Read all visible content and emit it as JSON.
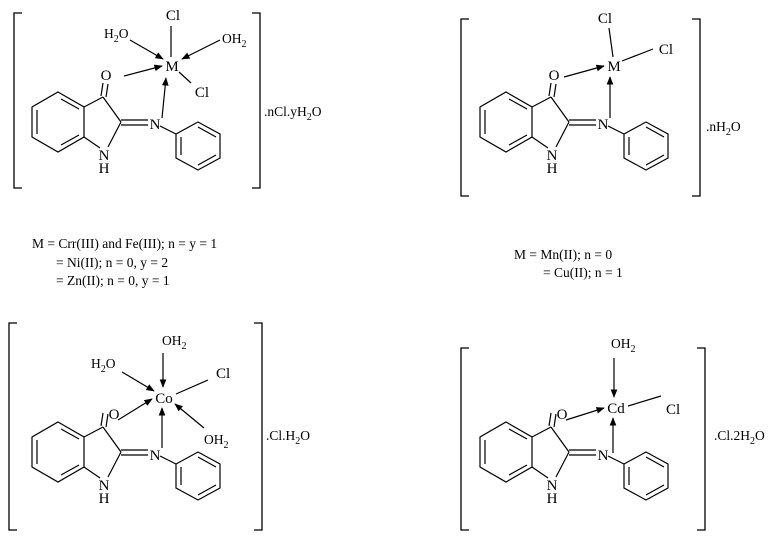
{
  "complexes": [
    {
      "id": "complex-1",
      "metal": "M",
      "ligands": {
        "h2o_left": "H2O",
        "h2o_right": "OH2",
        "cl_top": "Cl",
        "cl_right": "Cl"
      },
      "ring_atoms": {
        "carbonyl_o": "O",
        "imine_n": "N",
        "nh_n": "N",
        "nh_h": "H"
      },
      "formula_suffix": ".nCl.yH2O",
      "legend": [
        "M = Crr(III) and Fe(III); n = y = 1",
        "= Ni(II); n = 0, y = 2",
        "= Zn(II); n = 0, y = 1"
      ]
    },
    {
      "id": "complex-2",
      "metal": "M",
      "ligands": {
        "cl_top": "Cl",
        "cl_right": "Cl"
      },
      "ring_atoms": {
        "carbonyl_o": "O",
        "imine_n": "N",
        "nh_n": "N",
        "nh_h": "H"
      },
      "formula_suffix": ".nH2O",
      "legend": [
        "M = Mn(II); n = 0",
        "= Cu(II); n = 1"
      ]
    },
    {
      "id": "complex-3",
      "metal": "Co",
      "ligands": {
        "oh2_top": "OH2",
        "h2o_left": "H2O",
        "cl_right": "Cl",
        "oh2_right": "OH2"
      },
      "ring_atoms": {
        "carbonyl_o": "O",
        "imine_n": "N",
        "nh_n": "N",
        "nh_h": "H"
      },
      "formula_suffix": ".Cl.H2O"
    },
    {
      "id": "complex-4",
      "metal": "Cd",
      "ligands": {
        "oh2_top": "OH2",
        "cl_right": "Cl"
      },
      "ring_atoms": {
        "carbonyl_o": "O",
        "imine_n": "N",
        "nh_n": "N",
        "nh_h": "H"
      },
      "formula_suffix": ".Cl.2H2O"
    }
  ]
}
